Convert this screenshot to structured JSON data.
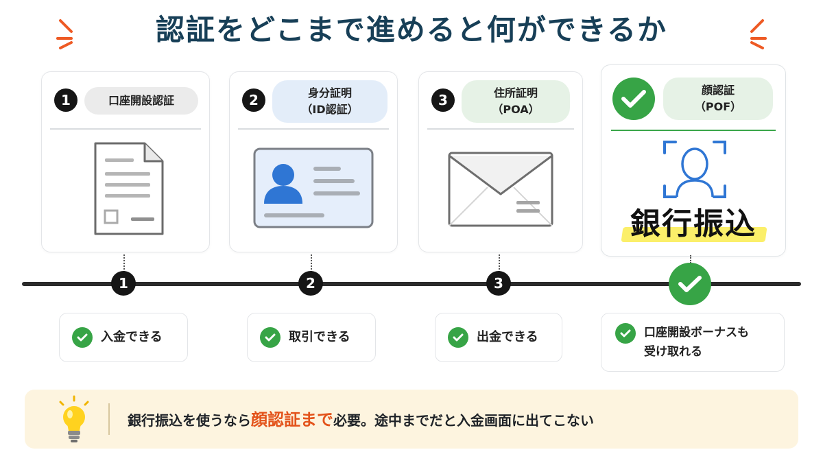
{
  "title": "認証をどこまで進めると何ができるか",
  "steps": [
    {
      "number": "1",
      "label": "口座開設認証",
      "label2": "",
      "result": "入金できる",
      "illustration": "document-icon"
    },
    {
      "number": "2",
      "label": "身分証明",
      "label2": "（ID認証）",
      "result": "取引できる",
      "illustration": "id-card-icon"
    },
    {
      "number": "3",
      "label": "住所証明",
      "label2": "（POA）",
      "result": "出金できる",
      "illustration": "envelope-icon"
    },
    {
      "number": "",
      "label": "顔認証",
      "label2": "（POF）",
      "result": "口座開設ボーナスも",
      "result2": "受け取れる",
      "illustration": "face-scan-icon",
      "highlight": "銀行振込"
    }
  ],
  "footer": {
    "before": "銀行振込を使うなら",
    "highlight": "顔認証まで",
    "after": "必要。途中までだと入金画面に出てこない"
  },
  "colors": {
    "title": "#173f57",
    "green": "#37a446",
    "accent": "#e3531b",
    "footer_bg": "#fdf4df",
    "highlight_marker": "#fbef6a"
  }
}
